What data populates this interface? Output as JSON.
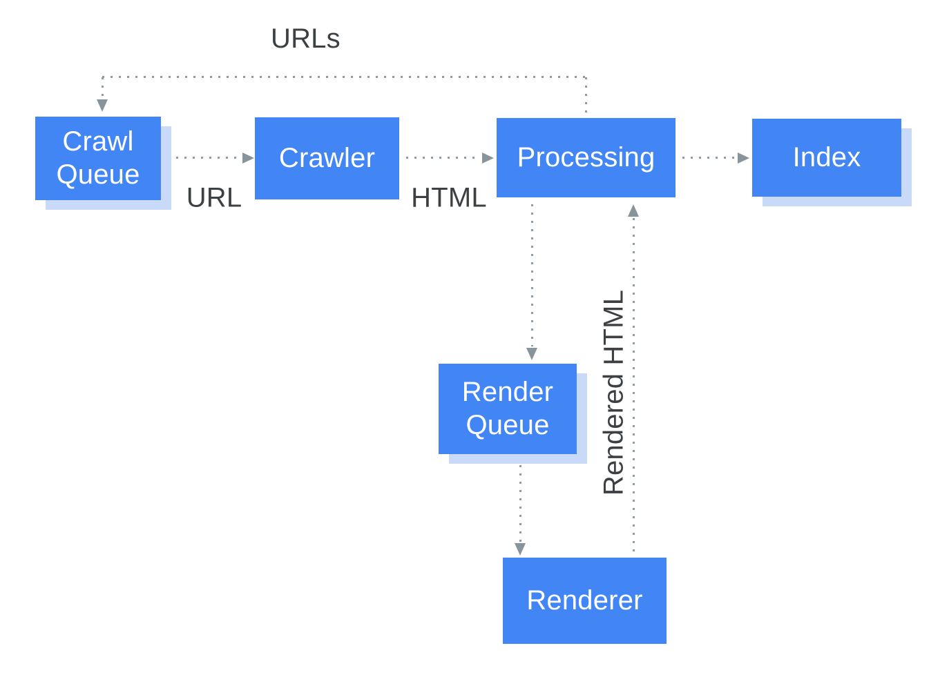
{
  "diagram": {
    "colors": {
      "background": "#ffffff",
      "node_fill": "#4285f4",
      "node_text": "#ffffff",
      "node_shadow": "#c9daf8",
      "connector_dot": "#8e9ba2",
      "arrowhead": "#87949c",
      "edge_label": "#3c4043"
    }
  },
  "nodes": {
    "crawl_queue": {
      "label": "Crawl Queue"
    },
    "crawler": {
      "label": "Crawler"
    },
    "processing": {
      "label": "Processing"
    },
    "index": {
      "label": "Index"
    },
    "render_queue": {
      "label": "Render Queue"
    },
    "renderer": {
      "label": "Renderer"
    }
  },
  "edge_labels": {
    "urls": "URLs",
    "url": "URL",
    "html": "HTML",
    "rendered_html": "Rendered HTML"
  },
  "edges": [
    {
      "from": "Processing",
      "to": "Crawl Queue",
      "label": "URLs"
    },
    {
      "from": "Crawl Queue",
      "to": "Crawler",
      "label": "URL"
    },
    {
      "from": "Crawler",
      "to": "Processing",
      "label": "HTML"
    },
    {
      "from": "Processing",
      "to": "Index",
      "label": ""
    },
    {
      "from": "Processing",
      "to": "Render Queue",
      "label": ""
    },
    {
      "from": "Render Queue",
      "to": "Renderer",
      "label": ""
    },
    {
      "from": "Renderer",
      "to": "Processing",
      "label": "Rendered HTML"
    }
  ]
}
